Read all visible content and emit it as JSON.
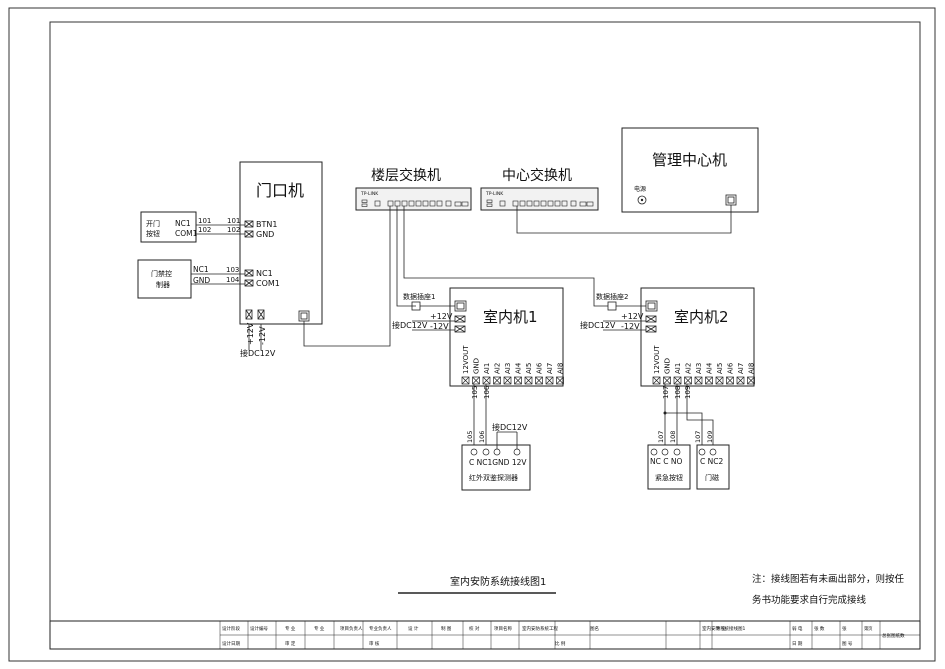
{
  "drawing": {
    "title": "室内安防系统接线图1",
    "note_line1": "注：接线图若有未画出部分，则按任",
    "note_line2": "务书功能要求自行完成接线"
  },
  "door_unit": {
    "title": "门口机",
    "terminals": [
      "BTN1",
      "GND",
      "NC1",
      "COM1"
    ],
    "power_plus": "+12V",
    "power_minus": "-12V",
    "power_label": "接DC12V"
  },
  "open_button": {
    "label_line1": "开门",
    "label_line2": "按钮",
    "term1": "NC1",
    "term2": "COM1",
    "wire1_left": "101",
    "wire2_left": "102",
    "wire1_right": "101",
    "wire2_right": "102"
  },
  "lock_controller": {
    "label_line1": "门禁控",
    "label_line2": "制器",
    "term1": "NC1",
    "term2": "GND",
    "wire1": "103",
    "wire2": "104"
  },
  "floor_switch": {
    "title": "楼层交换机",
    "brand": "TP-LINK"
  },
  "center_switch": {
    "title": "中心交换机",
    "brand": "TP-LINK"
  },
  "mgmt_center": {
    "title": "管理中心机",
    "power_label": "电源"
  },
  "indoor1": {
    "title": "室内机1",
    "data_port_label": "数据插座1",
    "plus": "+12V",
    "minus": "-12V",
    "power_label": "接DC12V",
    "pins": [
      "12VOUT",
      "GND",
      "AI1",
      "AI2",
      "AI3",
      "AI4",
      "AI5",
      "AI6",
      "AI7",
      "AI8"
    ],
    "wire_a": "105",
    "wire_b": "106"
  },
  "indoor2": {
    "title": "室内机2",
    "data_port_label": "数据插座2",
    "plus": "+12V",
    "minus": "-12V",
    "power_label": "接DC12V",
    "pins": [
      "12VOUT",
      "GND",
      "AI1",
      "AI2",
      "AI3",
      "AI4",
      "AI5",
      "AI6",
      "AI7",
      "AI8"
    ],
    "wire_a": "107",
    "wire_b": "108",
    "wire_c": "109"
  },
  "ir_detector": {
    "label": "红外双鉴探测器",
    "power_label": "接DC12V",
    "pins": "C NC1GND 12V",
    "wire_a": "105",
    "wire_b": "106"
  },
  "emergency_button": {
    "label": "紧急按钮",
    "pins": "NC C  NO",
    "wire_a": "107",
    "wire_b": "108"
  },
  "door_magnet": {
    "label": "门磁",
    "pins": "C NC2",
    "wire_a": "107",
    "wire_b": "109"
  },
  "title_block": {
    "row1": [
      "设计阶段",
      "设计编号",
      "专 业",
      "专 业",
      "项目负责人",
      "专业负责人",
      "设 计",
      "制 图",
      "校 对",
      "项目名称",
      "室内安防系统工程",
      "图名",
      "室内安防系统接线图1",
      "专 业",
      "弱 电",
      "张 数",
      "张",
      "第",
      "页",
      "总张图纸数"
    ],
    "row2": [
      "设计日期",
      "审 定",
      "审 核",
      "比 例",
      "日 期",
      "图 号"
    ]
  }
}
